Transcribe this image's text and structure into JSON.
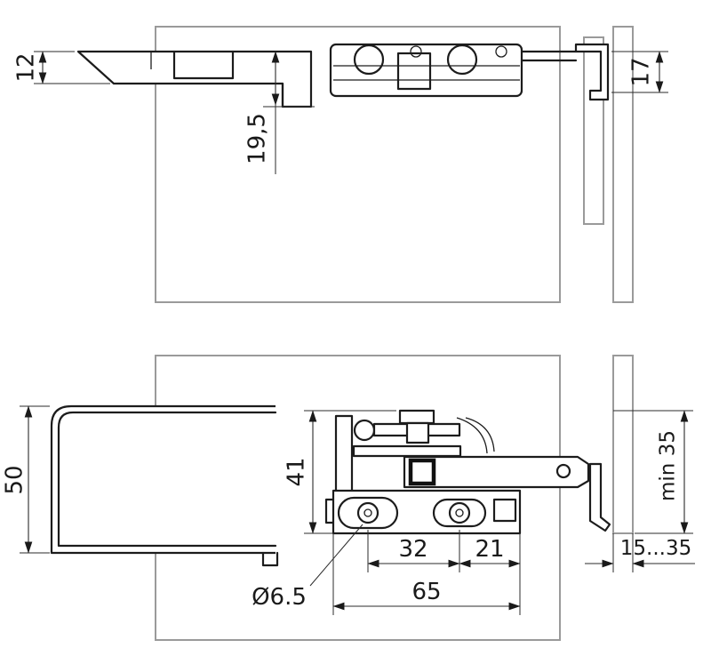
{
  "colors": {
    "background": "#ffffff",
    "panel_stroke": "#9a9a9a",
    "part_stroke": "#1c1c1c",
    "dimension_stroke": "#2b2b2b",
    "text": "#1a1a1a"
  },
  "dims": {
    "top_bracket_height": "12",
    "top_bracket_depth": "19,5",
    "top_hook_height": "17",
    "cover_height": "50",
    "mech_height": "41",
    "min_engagement": "min 35",
    "hole_spacing": "32",
    "hole_to_edge": "21",
    "panel_thickness_range": "15...35",
    "plate_length": "65",
    "hole_diameter": "Ø6.5"
  }
}
